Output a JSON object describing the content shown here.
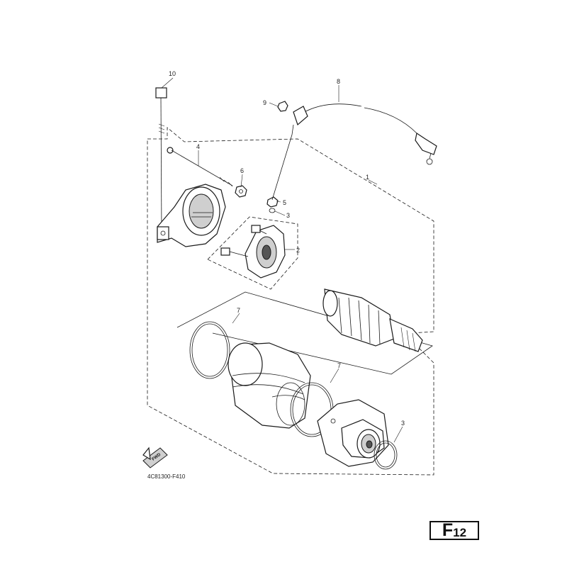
{
  "callouts": {
    "c1": "1",
    "c2": "2",
    "c3a": "3",
    "c3b": "3",
    "c4": "4",
    "c5": "5",
    "c6": "6",
    "c7a": "7",
    "c7b": "7",
    "c8": "8",
    "c9": "9",
    "c10": "10"
  },
  "fwd_label": "FWD",
  "diagram_code": "4C81300-F410",
  "page_ref": {
    "letter": "F",
    "number": "12"
  }
}
